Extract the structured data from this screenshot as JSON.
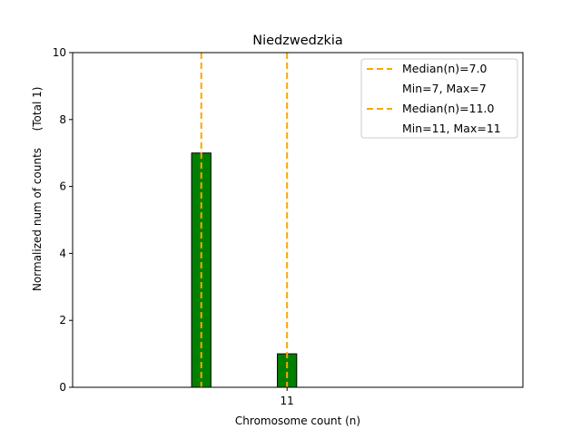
{
  "chart_data": {
    "type": "bar",
    "title": "Niedzwedzkia",
    "xlabel": "Chromosome count (n)",
    "ylabel": "Normalized num of counts",
    "ylabel2": "(Total 1)",
    "xlim": [
      1,
      22
    ],
    "ylim": [
      0,
      10
    ],
    "yticks": [
      0,
      2,
      4,
      6,
      8,
      10
    ],
    "xticks": [
      11
    ],
    "bars": [
      {
        "x": 7,
        "value": 7,
        "width": 0.9
      },
      {
        "x": 11,
        "value": 1,
        "width": 0.9
      }
    ],
    "bar_color": "#008000",
    "median_lines": [
      {
        "x": 7,
        "label": "Median(n)=7.0",
        "sublabel": "Min=7, Max=7"
      },
      {
        "x": 11,
        "label": "Median(n)=11.0",
        "sublabel": "Min=11, Max=11"
      }
    ],
    "median_color": "#FFA500",
    "legend_position": "top-right",
    "grid": false
  }
}
